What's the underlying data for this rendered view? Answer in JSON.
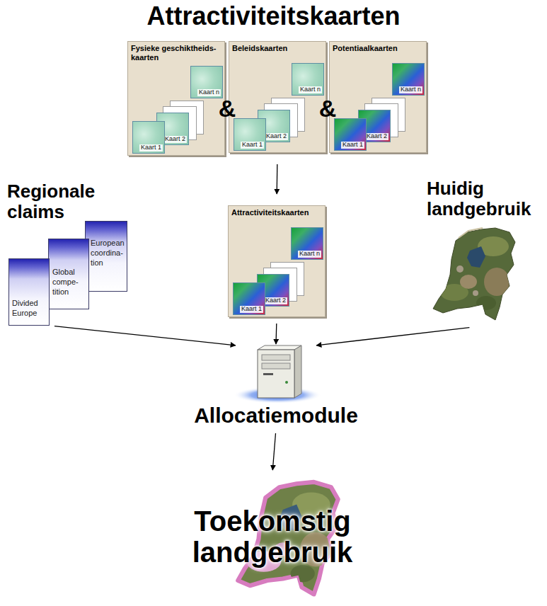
{
  "diagram": {
    "title": "Attractiviteitskaarten",
    "nodes": [
      {
        "text": [
          "Fysieke geschiktheids-kaarten"
        ]
      },
      {
        "text": [
          "Kaart 1"
        ],
        "in": 0
      },
      {
        "text": [
          "Kaart 2"
        ],
        "in": 0
      },
      {
        "text": [
          "Kaart n"
        ],
        "in": 0
      },
      {
        "text": [
          "Beleidskaarten"
        ]
      },
      {
        "text": [
          "Kaart 1"
        ],
        "in": 4
      },
      {
        "text": [
          "Kaart 2"
        ],
        "in": 4
      },
      {
        "text": [
          "Kaart n"
        ],
        "in": 4
      },
      {
        "text": [
          "Potentiaalkaarten"
        ]
      },
      {
        "text": [
          "Kaart 1"
        ],
        "in": 8
      },
      {
        "text": [
          "Kaart 2"
        ],
        "in": 8
      },
      {
        "text": [
          "Kaart n"
        ],
        "in": 8
      },
      {
        "text": [
          "Attractiviteitskaarten"
        ]
      },
      {
        "text": [
          "Kaart 1"
        ],
        "in": 12
      },
      {
        "text": [
          "Kaart 2"
        ],
        "in": 12
      },
      {
        "text": [
          "Kaart n"
        ],
        "in": 12
      },
      {
        "text": [
          "Divided Europe"
        ]
      },
      {
        "text": [
          "Global compe-tition"
        ]
      },
      {
        "text": [
          "European coordina-tion"
        ]
      },
      {
        "text": [
          "Huidig landgebruik"
        ]
      },
      {
        "text": [
          "Allocatiemodule"
        ]
      },
      {
        "text": [
          "Toekomstig landgebruik"
        ]
      }
    ],
    "edges": [
      {
        "from": 4,
        "to": 12,
        "arrow": "to"
      },
      {
        "from": 16,
        "to": 20,
        "arrow": "to"
      },
      {
        "from": 12,
        "to": 20,
        "arrow": "to"
      },
      {
        "from": 19,
        "to": 20,
        "arrow": "to"
      },
      {
        "from": 20,
        "to": 21,
        "arrow": "to"
      }
    ],
    "labels": [
      "&",
      "&",
      "Regionale claims"
    ]
  }
}
